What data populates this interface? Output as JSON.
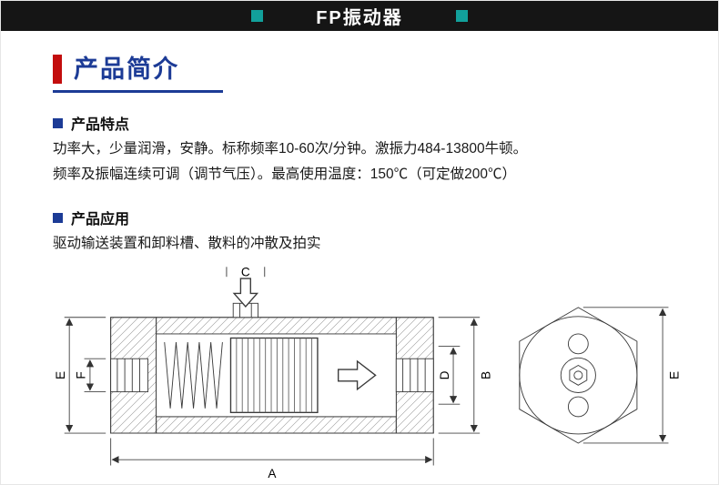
{
  "header": {
    "title": "FP振动器",
    "accent_color": "#12a09b",
    "bar_color": "#151515"
  },
  "intro": {
    "title": "产品简介",
    "title_color": "#1c3b96",
    "accent_red": "#c30d0d"
  },
  "sections": {
    "features": {
      "title": "产品特点",
      "line1": "功率大，少量润滑，安静。标称频率10-60次/分钟。激振力484-13800牛顿。",
      "line2": "频率及振幅连续可调（调节气压）。最高使用温度：150℃（可定做200℃）"
    },
    "applications": {
      "title": "产品应用",
      "text": "驱动输送装置和卸料槽、散料的冲散及拍实"
    }
  },
  "drawing": {
    "labels": {
      "a": "A",
      "b": "B",
      "c": "C",
      "d": "D",
      "e_left": "E",
      "e_right": "E",
      "f": "F"
    }
  }
}
